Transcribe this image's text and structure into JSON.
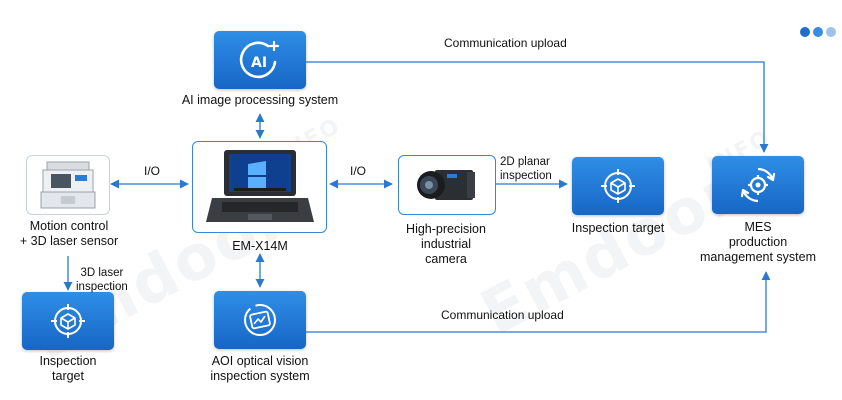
{
  "nodes": {
    "ai": {
      "label": "AI image processing system",
      "icon": "ai-brain-icon"
    },
    "motion": {
      "label_lines": [
        "Motion control",
        "+ 3D laser sensor"
      ]
    },
    "pc": {
      "label": "EM-X14M"
    },
    "camera": {
      "label_lines": [
        "High-precision",
        "industrial",
        "camera"
      ]
    },
    "target_mid": {
      "label": "Inspection target",
      "icon": "target-box-icon"
    },
    "mes": {
      "label_lines": [
        "MES",
        "production",
        "management system"
      ],
      "icon": "gear-cycle-icon"
    },
    "target_low": {
      "label_lines": [
        "Inspection",
        "target"
      ],
      "icon": "target-box-icon"
    },
    "aoi": {
      "label_lines": [
        "AOI optical vision",
        "inspection system"
      ],
      "icon": "eye-lens-icon"
    }
  },
  "edges": {
    "comm_top": "Communication upload",
    "comm_bottom": "Communication upload",
    "io_left": "I/O",
    "io_right": "I/O",
    "planar_lines": [
      "2D planar",
      "inspection"
    ],
    "laser_lines": [
      "3D laser",
      "inspection"
    ]
  },
  "watermark": {
    "brand": "Emdoor",
    "sub": "INFO"
  },
  "colors": {
    "accent": "#1f78d1",
    "node_top": "#2f8ee6",
    "node_bottom": "#1766c6",
    "line": "#2a78cf",
    "dots": [
      "#1f6fc9",
      "#3a8ce0",
      "#9cc3ec"
    ]
  }
}
